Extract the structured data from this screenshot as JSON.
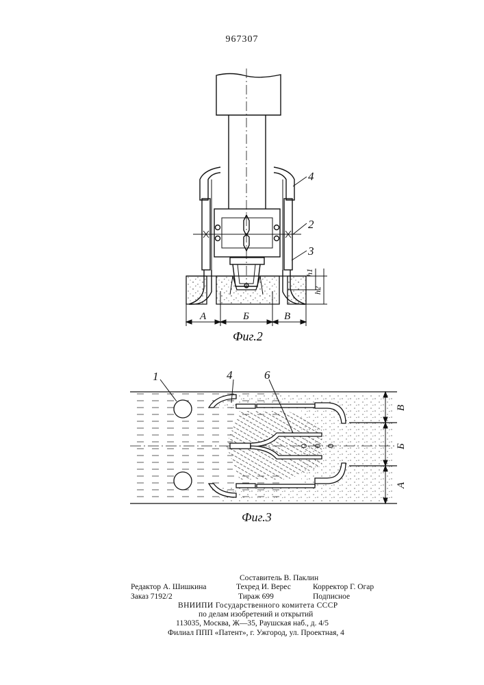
{
  "patent_number": "967307",
  "figure2": {
    "caption": "Фиг.2",
    "callouts": [
      "4",
      "2",
      "3"
    ],
    "depth_labels": [
      "h1",
      "h2"
    ],
    "zones": [
      "А",
      "Б",
      "В"
    ]
  },
  "figure3": {
    "caption": "Фиг.3",
    "callouts": [
      "1",
      "4",
      "6"
    ],
    "zones": [
      "В",
      "Б",
      "А"
    ]
  },
  "imprint": {
    "compiler": "Составитель В. Паклин",
    "editor": "Редактор А. Шишкина",
    "techred": "Техред И. Верес",
    "corrector": "Корректор Г. Огар",
    "order": "Заказ 7192/2",
    "circulation": "Тираж 699",
    "subscription": "Подписное",
    "org_line1": "ВНИИПИ Государственного комитета СССР",
    "org_line2": "по делам изобретений и открытий",
    "address": "113035, Москва, Ж—35, Раушская наб., д. 4/5",
    "branch": "Филиал ППП «Патент», г. Ужгород, ул. Проектная, 4"
  }
}
